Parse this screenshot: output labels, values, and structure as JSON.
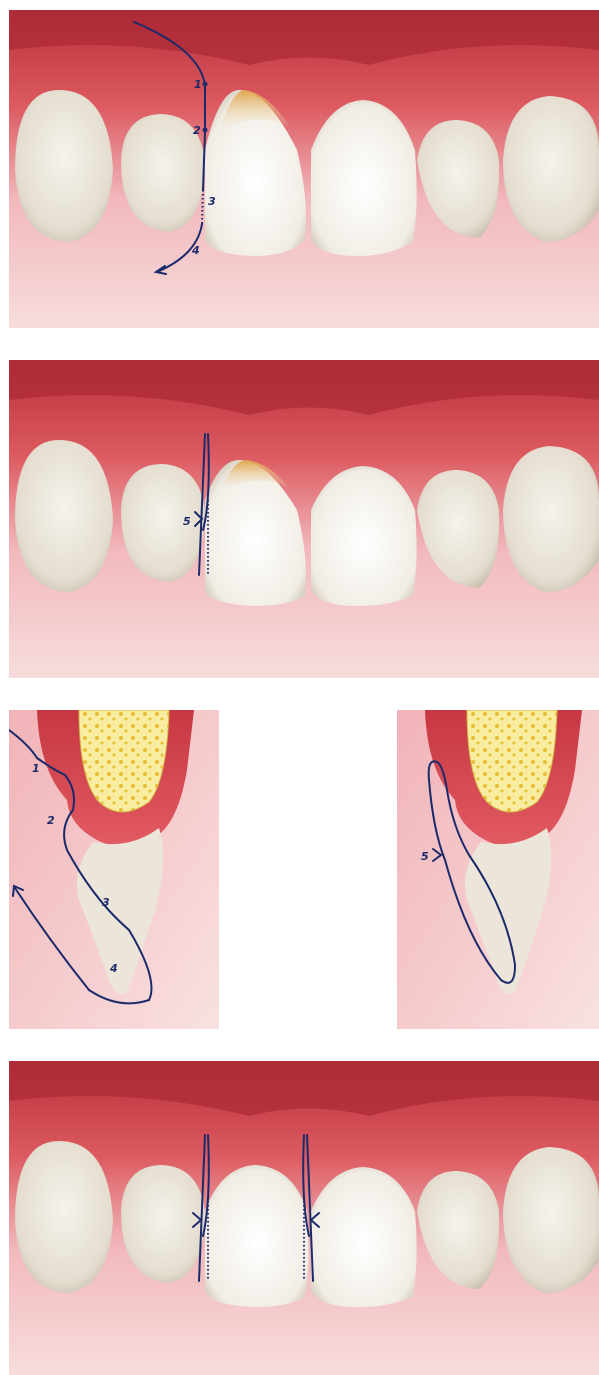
{
  "panels": [
    {
      "id": "frontal-step-a",
      "labels": [
        "1",
        "2",
        "3",
        "4"
      ]
    },
    {
      "id": "frontal-step-b",
      "labels": [
        "5"
      ]
    },
    {
      "id": "sagittal-step-a",
      "labels": [
        "1",
        "2",
        "3",
        "4"
      ]
    },
    {
      "id": "sagittal-step-b",
      "labels": [
        "5"
      ]
    },
    {
      "id": "frontal-final",
      "labels": []
    }
  ],
  "colors": {
    "gum_dark": "#b4313d",
    "gum_mid": "#d9535b",
    "gum_pale": "#f4cdd0",
    "tooth": "#ece7dc",
    "bone": "#f6ea9e",
    "suture": "#1b2a6b"
  }
}
